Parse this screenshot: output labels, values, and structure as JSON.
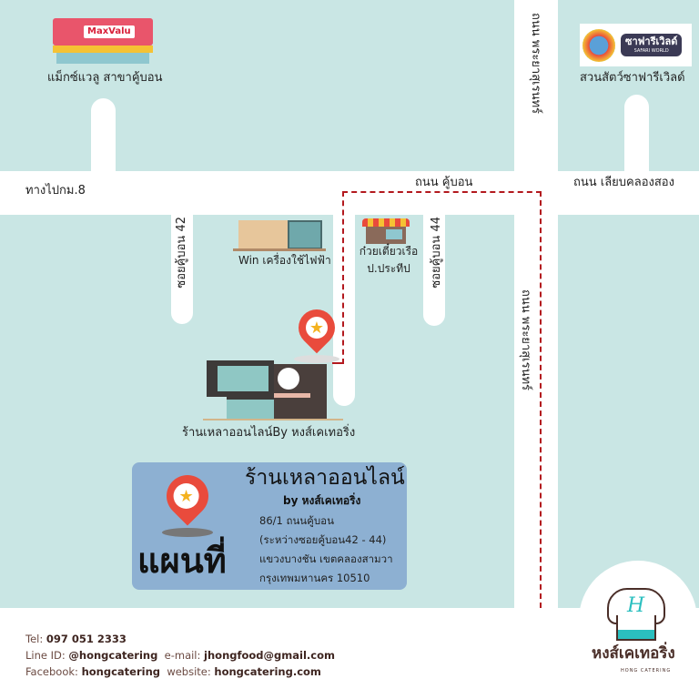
{
  "landmarks": {
    "maxvalu": {
      "logo_text": "MaxValu",
      "label": "แม็กซ์แวลู สาขาคู้บอน"
    },
    "safari": {
      "logo_text": "ซาฟารีเวิลด์",
      "logo_sub": "SAFARI WORLD",
      "label": "สวนสัตว์ซาฟารีเวิลด์"
    },
    "win": {
      "label": "Win เครื่องใช้ไฟฟ้า"
    },
    "noodle": {
      "label_line1": "ก๋วยเตี๋ยวเรือ",
      "label_line2": "ป.ประทีป"
    },
    "shop": {
      "label": "ร้านเหลาออนไลน์By หงส์เคเทอริ่ง"
    }
  },
  "roads": {
    "to_km8": "ทางไปกม.8",
    "khubon": "ถนน คู้บอน",
    "liab_khlong_song": "ถนน เลียบคลองสอง",
    "phraya_top": "ถนน พระยาสุเรนทร์",
    "phraya_bottom": "ถนน พระยาสุเรนทร์",
    "soi42": "ซอยคู้บอน 42",
    "soi44": "ซอยคู้บอน 44"
  },
  "info_box": {
    "map_word": "แผนที่",
    "shop_name": "ร้านเหลาออนไลน์",
    "shop_by": "by หงส์เคเทอริ่ง",
    "address": [
      "86/1 ถนนคู้บอน",
      "(ระหว่างซอยคู้บอน42 - 44)",
      "แขวงบางชัน เขตคลองสามวา",
      "กรุงเทพมหานคร 10510"
    ]
  },
  "contact": {
    "tel_label": "Tel:",
    "tel": "097 051 2333",
    "line_label": "Line ID:",
    "line": "@hongcatering",
    "email_label": "e-mail:",
    "email": "jhongfood@gmail.com",
    "fb_label": "Facebook:",
    "fb": "hongcatering",
    "web_label": "website:",
    "web": "hongcatering.com"
  },
  "brand": {
    "name": "หงส์เคเทอริ่ง",
    "sub": "HONG CATERING"
  },
  "colors": {
    "route": "#b3191e",
    "background": "#c9e6e4",
    "pin": "#e94b3c",
    "info_box": "#8db0d2",
    "brand_teal": "#2bbfbf"
  }
}
